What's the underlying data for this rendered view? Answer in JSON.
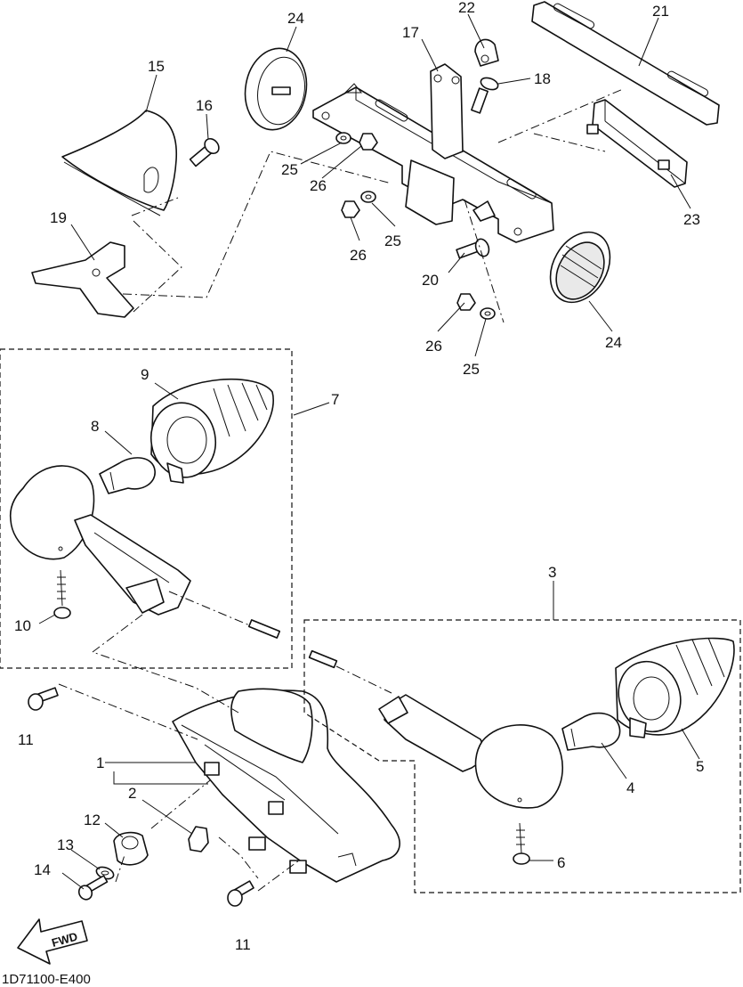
{
  "diagram": {
    "drawing_code": "1D71100-E400",
    "fwd_label": "FWD",
    "callouts": [
      {
        "id": "c24a",
        "text": "24"
      },
      {
        "id": "c22",
        "text": "22"
      },
      {
        "id": "c17",
        "text": "17"
      },
      {
        "id": "c21",
        "text": "21"
      },
      {
        "id": "c18",
        "text": "18"
      },
      {
        "id": "c15",
        "text": "15"
      },
      {
        "id": "c16",
        "text": "16"
      },
      {
        "id": "c25a",
        "text": "25"
      },
      {
        "id": "c26a",
        "text": "26"
      },
      {
        "id": "c25b",
        "text": "25"
      },
      {
        "id": "c26b",
        "text": "26"
      },
      {
        "id": "c23",
        "text": "23"
      },
      {
        "id": "c19",
        "text": "19"
      },
      {
        "id": "c20",
        "text": "20"
      },
      {
        "id": "c26c",
        "text": "26"
      },
      {
        "id": "c25c",
        "text": "25"
      },
      {
        "id": "c24b",
        "text": "24"
      },
      {
        "id": "c9",
        "text": "9"
      },
      {
        "id": "c7",
        "text": "7"
      },
      {
        "id": "c8",
        "text": "8"
      },
      {
        "id": "c10",
        "text": "10"
      },
      {
        "id": "c3",
        "text": "3"
      },
      {
        "id": "c11a",
        "text": "11"
      },
      {
        "id": "c1",
        "text": "1"
      },
      {
        "id": "c2",
        "text": "2"
      },
      {
        "id": "c12",
        "text": "12"
      },
      {
        "id": "c13",
        "text": "13"
      },
      {
        "id": "c14",
        "text": "14"
      },
      {
        "id": "c11b",
        "text": "11"
      },
      {
        "id": "c4",
        "text": "4"
      },
      {
        "id": "c5",
        "text": "5"
      },
      {
        "id": "c6",
        "text": "6"
      }
    ]
  }
}
